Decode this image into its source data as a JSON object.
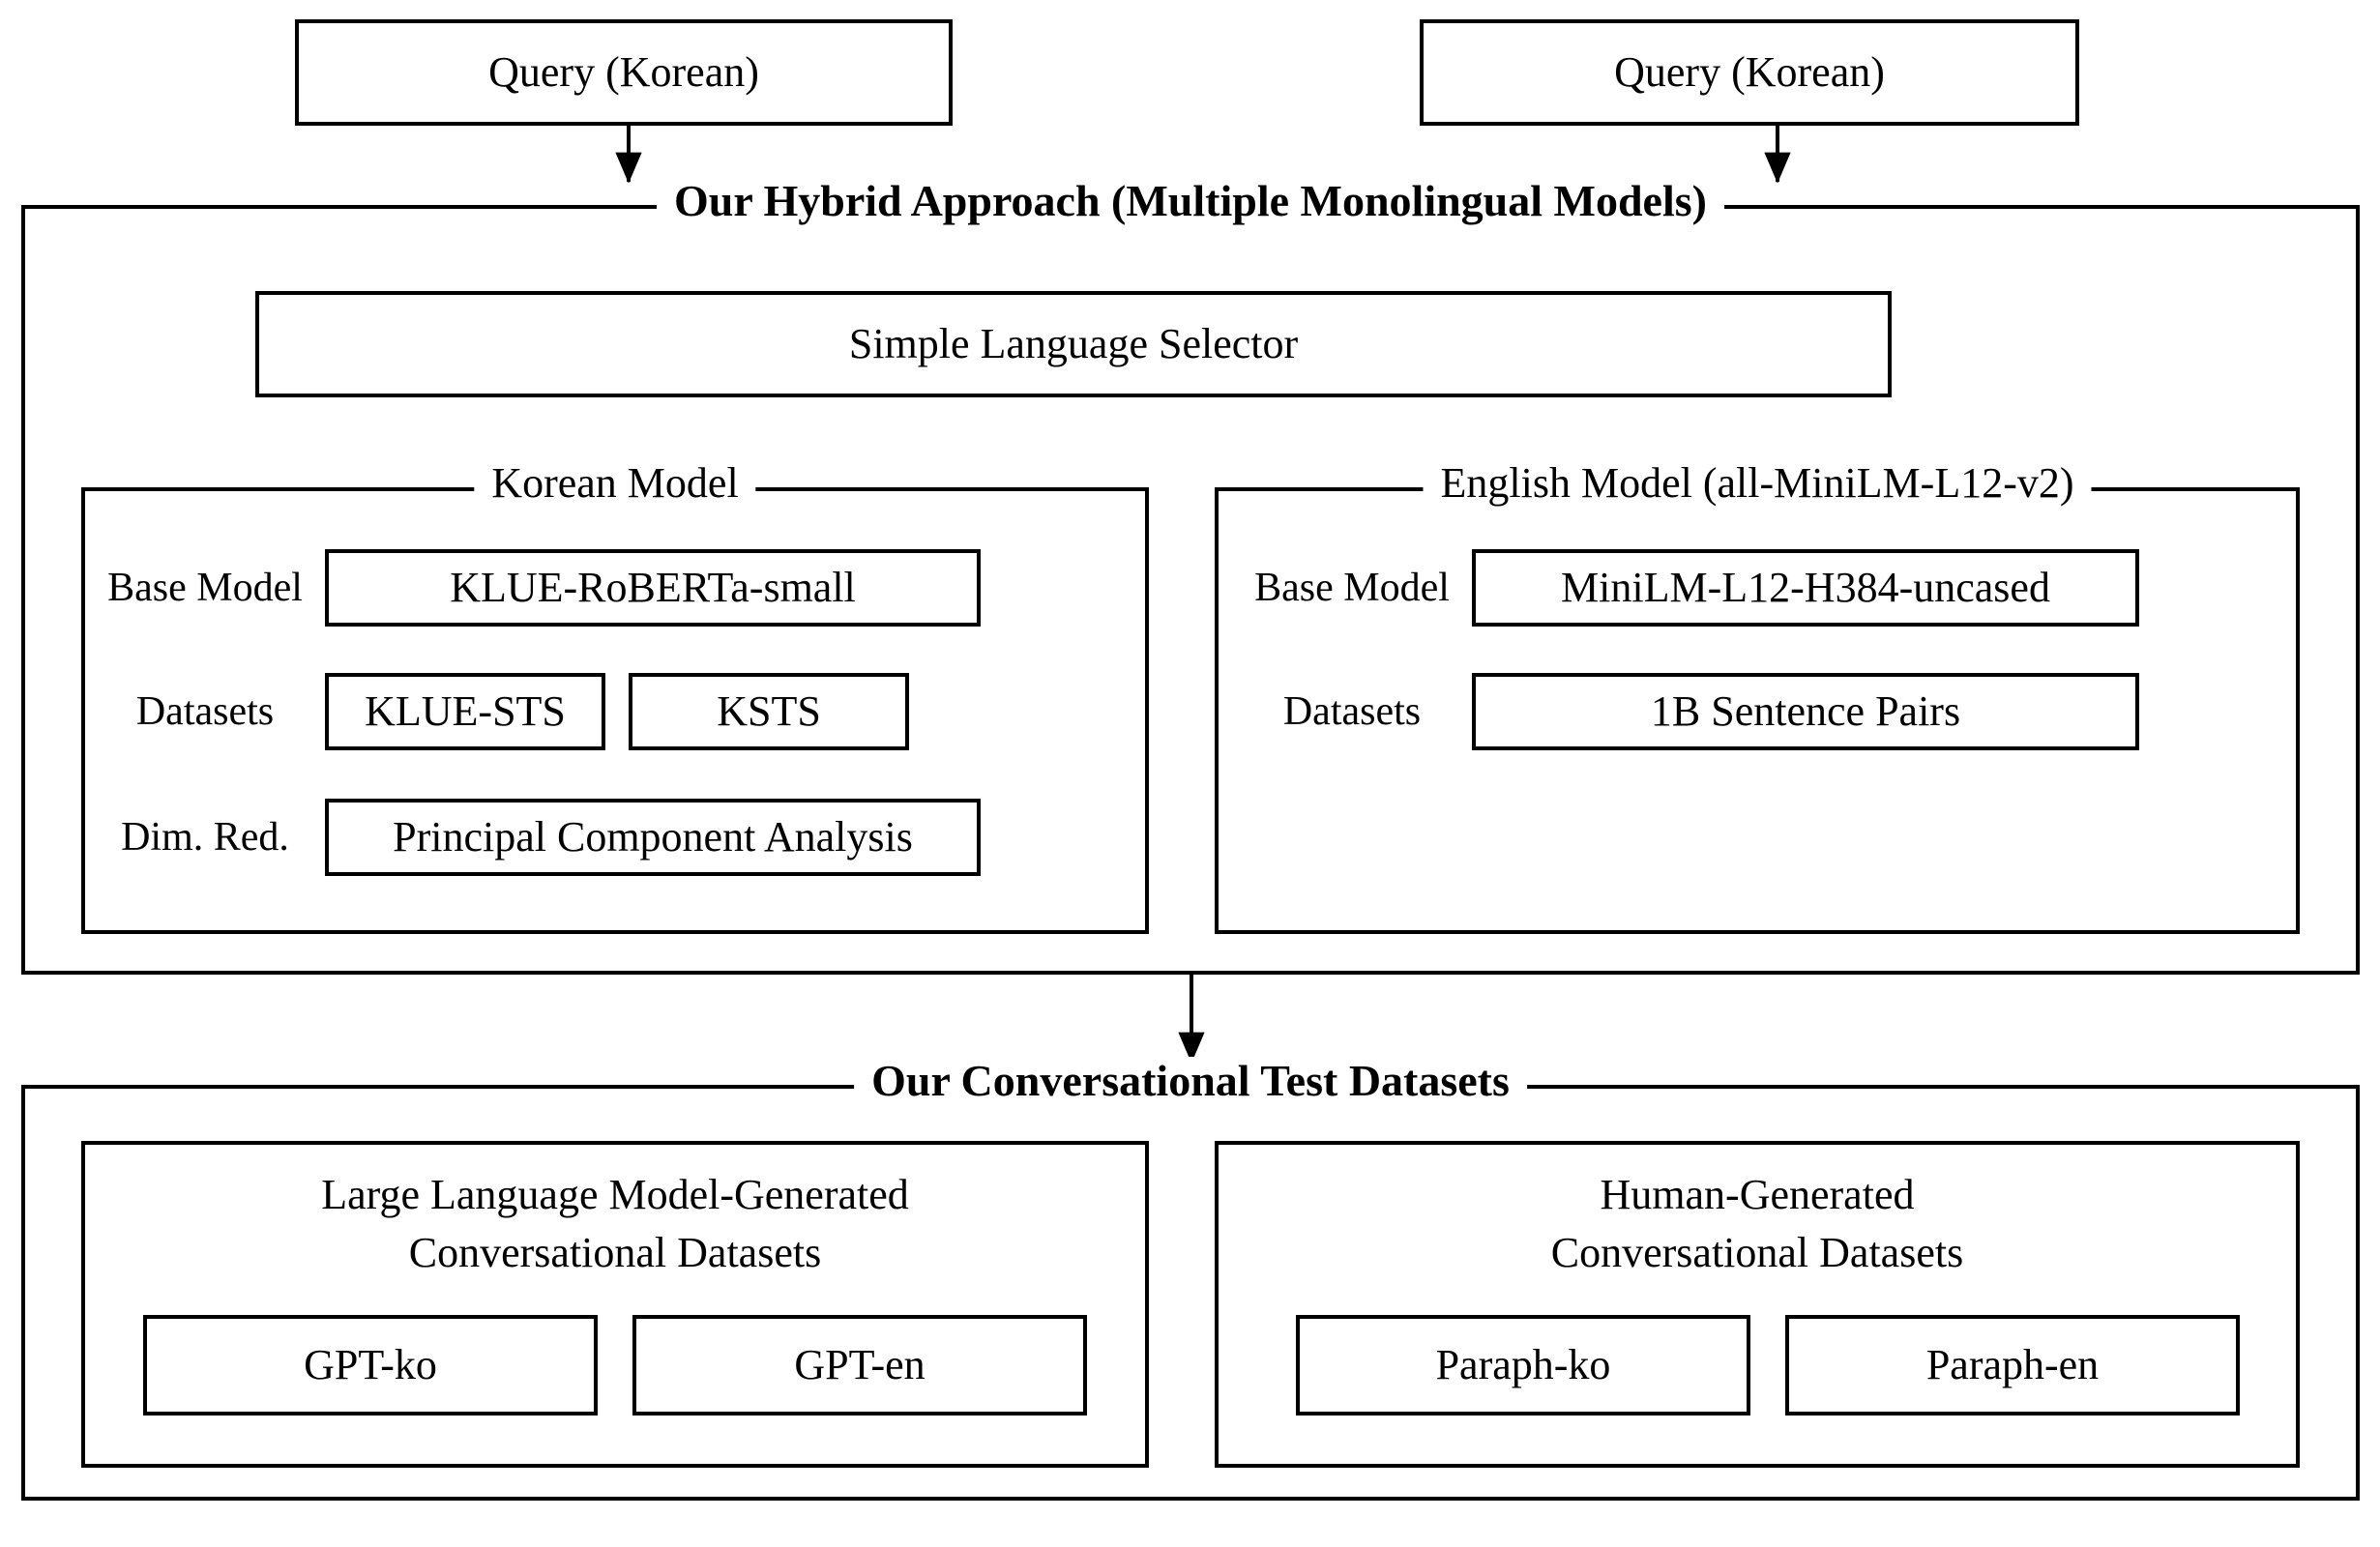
{
  "figure": {
    "type": "system-architecture-diagram",
    "title": "Our Hybrid Approach (Multiple Monolingual Models)"
  },
  "queries": [
    {
      "label": "Query (Korean)"
    },
    {
      "label": "Query (Korean)"
    }
  ],
  "hybrid_approach": {
    "title": "Our Hybrid Approach (Multiple Monolingual Models)",
    "selector": {
      "label": "Simple Language Selector"
    },
    "models": [
      {
        "title": "Korean Model",
        "rows": [
          {
            "label": "Base Model",
            "values": [
              "KLUE-RoBERTa-small"
            ]
          },
          {
            "label": "Datasets",
            "values": [
              "KLUE-STS",
              "KSTS"
            ]
          },
          {
            "label": "Dim. Red.",
            "values": [
              "Principal Component Analysis"
            ]
          }
        ]
      },
      {
        "title": "English Model (all-MiniLM-L12-v2)",
        "rows": [
          {
            "label": "Base Model",
            "values": [
              "MiniLM-L12-H384-uncased"
            ]
          },
          {
            "label": "Datasets",
            "values": [
              "1B Sentence Pairs"
            ]
          }
        ]
      }
    ]
  },
  "test_datasets": {
    "title": "Our Conversational Test Datasets",
    "groups": [
      {
        "title_line1": "Large Language Model-Generated",
        "title_line2": "Conversational Datasets",
        "items": [
          "GPT-ko",
          "GPT-en"
        ]
      },
      {
        "title_line1": "Human-Generated",
        "title_line2": "Conversational Datasets",
        "items": [
          "Paraph-ko",
          "Paraph-en"
        ]
      }
    ]
  },
  "colors": {
    "stroke": "#000000",
    "background": "#ffffff",
    "text": "#000000"
  }
}
